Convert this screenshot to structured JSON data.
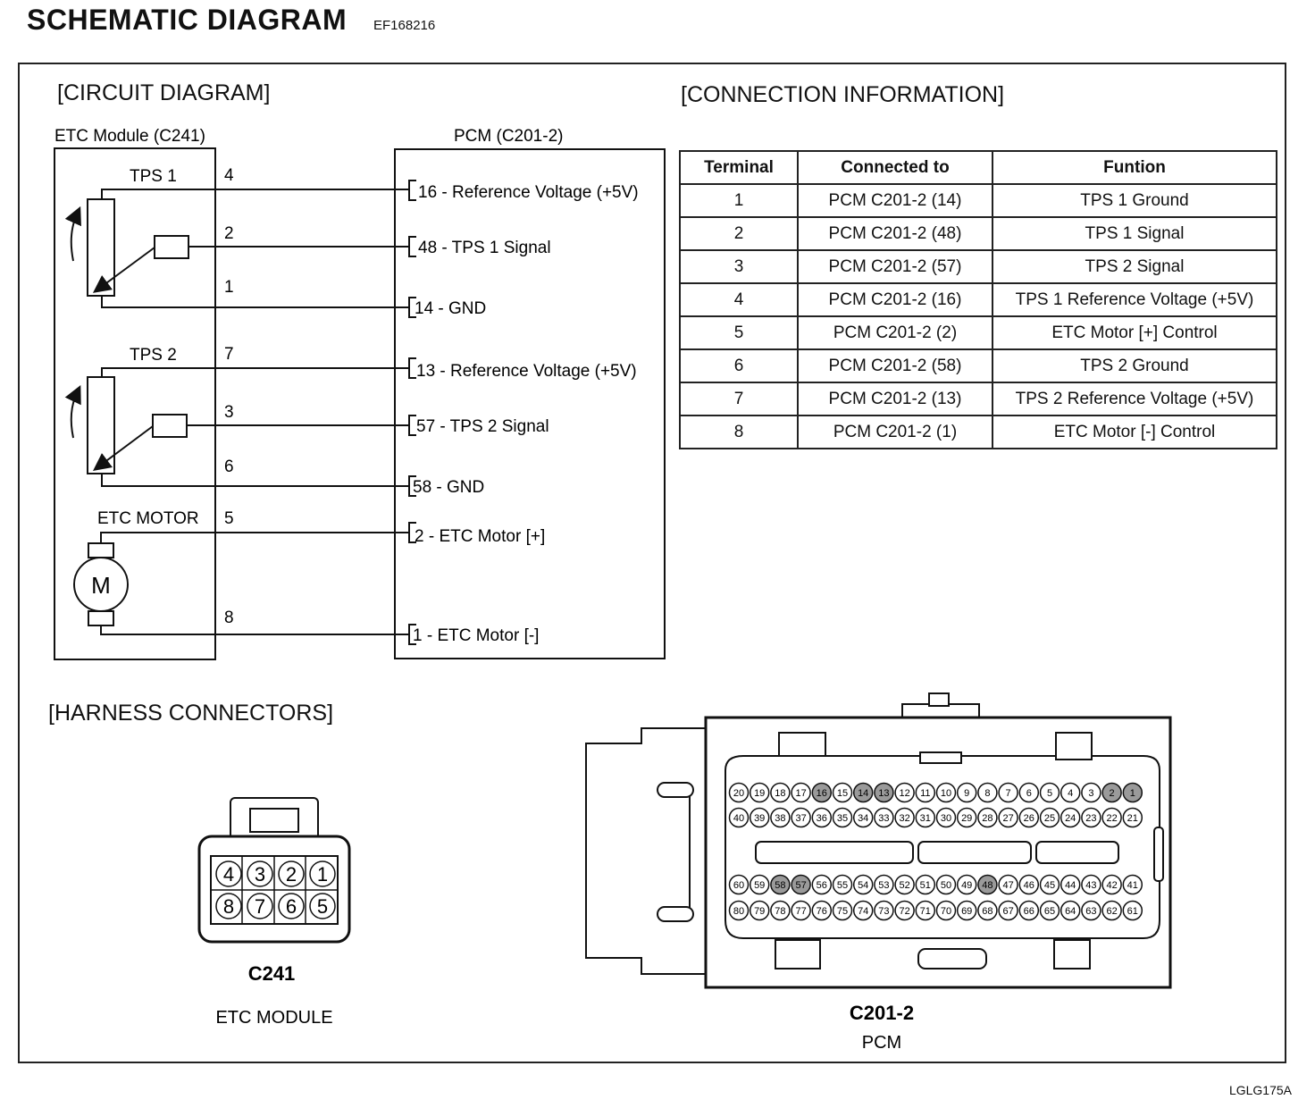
{
  "header": {
    "title": "SCHEMATIC DIAGRAM",
    "code": "EF168216"
  },
  "sections": {
    "circuit": "[CIRCUIT DIAGRAM]",
    "connection": "[CONNECTION INFORMATION]",
    "harness": "[HARNESS CONNECTORS]"
  },
  "circuit": {
    "etc_module_label": "ETC Module (C241)",
    "pcm_label": "PCM (C201-2)",
    "tps1_label": "TPS 1",
    "tps2_label": "TPS 2",
    "motor_label": "ETC MOTOR",
    "motor_symbol": "M",
    "wires": [
      {
        "module_pin": "4",
        "pcm_label": "16 - Reference Voltage (+5V)"
      },
      {
        "module_pin": "2",
        "pcm_label": "48 - TPS 1 Signal"
      },
      {
        "module_pin": "1",
        "pcm_label": "14 - GND"
      },
      {
        "module_pin": "7",
        "pcm_label": "13 - Reference Voltage (+5V)"
      },
      {
        "module_pin": "3",
        "pcm_label": "57 - TPS 2 Signal"
      },
      {
        "module_pin": "6",
        "pcm_label": "58 - GND"
      },
      {
        "module_pin": "5",
        "pcm_label": "2 - ETC Motor [+]"
      },
      {
        "module_pin": "8",
        "pcm_label": "1 - ETC Motor [-]"
      }
    ]
  },
  "table": {
    "headers": [
      "Terminal",
      "Connected to",
      "Funtion"
    ],
    "rows": [
      [
        "1",
        "PCM C201-2  (14)",
        "TPS 1 Ground"
      ],
      [
        "2",
        "PCM C201-2  (48)",
        "TPS 1 Signal"
      ],
      [
        "3",
        "PCM C201-2  (57)",
        "TPS 2 Signal"
      ],
      [
        "4",
        "PCM C201-2  (16)",
        "TPS 1 Reference Voltage (+5V)"
      ],
      [
        "5",
        "PCM C201-2 (2)",
        "ETC Motor [+] Control"
      ],
      [
        "6",
        "PCM C201-2  (58)",
        "TPS 2 Ground"
      ],
      [
        "7",
        "PCM C201-2 (13)",
        "TPS 2 Reference Voltage (+5V)"
      ],
      [
        "8",
        "PCM C201-2 (1)",
        "ETC Motor [-] Control"
      ]
    ]
  },
  "harness": {
    "c241": {
      "name": "C241",
      "desc": "ETC MODULE",
      "top_pins": [
        "4",
        "3",
        "2",
        "1"
      ],
      "bottom_pins": [
        "8",
        "7",
        "6",
        "5"
      ]
    },
    "c201": {
      "name": "C201-2",
      "desc": "PCM",
      "row1": [
        "20",
        "19",
        "18",
        "17",
        "16",
        "15",
        "14",
        "13",
        "12",
        "11",
        "10",
        "9",
        "8",
        "7",
        "6",
        "5",
        "4",
        "3",
        "2",
        "1"
      ],
      "row2": [
        "40",
        "39",
        "38",
        "37",
        "36",
        "35",
        "34",
        "33",
        "32",
        "31",
        "30",
        "29",
        "28",
        "27",
        "26",
        "25",
        "24",
        "23",
        "22",
        "21"
      ],
      "row3": [
        "60",
        "59",
        "58",
        "57",
        "56",
        "55",
        "54",
        "53",
        "52",
        "51",
        "50",
        "49",
        "48",
        "47",
        "46",
        "45",
        "44",
        "43",
        "42",
        "41"
      ],
      "row4": [
        "80",
        "79",
        "78",
        "77",
        "76",
        "75",
        "74",
        "73",
        "72",
        "71",
        "70",
        "69",
        "68",
        "67",
        "66",
        "65",
        "64",
        "63",
        "62",
        "61"
      ],
      "used_pins": [
        "16",
        "14",
        "13",
        "2",
        "1",
        "58",
        "57",
        "48"
      ]
    }
  },
  "footer": {
    "code": "LGLG175A"
  }
}
